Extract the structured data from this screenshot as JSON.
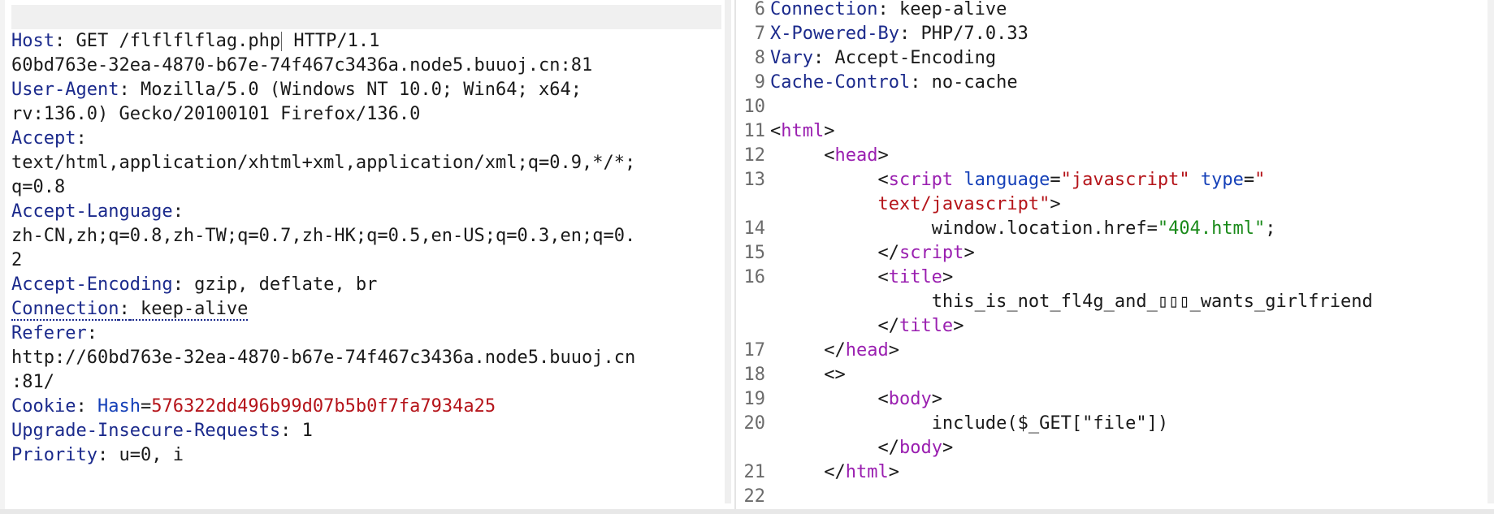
{
  "request": {
    "request_line": {
      "part1": "GET /flflflflag.php",
      "part2": " HTTP/1.1"
    },
    "lines": [
      {
        "name": "Host",
        "sep": ":",
        "value": ""
      },
      {
        "name": "",
        "sep": "",
        "value": "60bd763e-32ea-4870-b67e-74f467c3436a.node5.buuoj.cn:81"
      },
      {
        "name": "User-Agent",
        "sep": ":",
        "value": " Mozilla/5.0 (Windows NT 10.0; Win64; x64;"
      },
      {
        "name": "",
        "sep": "",
        "value": "rv:136.0) Gecko/20100101 Firefox/136.0"
      },
      {
        "name": "Accept",
        "sep": ":",
        "value": ""
      },
      {
        "name": "",
        "sep": "",
        "value": "text/html,application/xhtml+xml,application/xml;q=0.9,*/*;"
      },
      {
        "name": "",
        "sep": "",
        "value": "q=0.8"
      },
      {
        "name": "Accept-Language",
        "sep": ":",
        "value": ""
      },
      {
        "name": "",
        "sep": "",
        "value": "zh-CN,zh;q=0.8,zh-TW;q=0.7,zh-HK;q=0.5,en-US;q=0.3,en;q=0."
      },
      {
        "name": "",
        "sep": "",
        "value": "2"
      },
      {
        "name": "Accept-Encoding",
        "sep": ":",
        "value": " gzip, deflate, br"
      },
      {
        "name": "Connection",
        "sep": ":",
        "value": " keep-alive",
        "dotted": true
      },
      {
        "name": "Referer",
        "sep": ":",
        "value": ""
      },
      {
        "name": "",
        "sep": "",
        "value": "http://60bd763e-32ea-4870-b67e-74f467c3436a.node5.buuoj.cn"
      },
      {
        "name": "",
        "sep": "",
        "value": ":81/"
      }
    ],
    "cookie": {
      "name": "Cookie",
      "sep": ": ",
      "key": "Hash",
      "eq": "=",
      "value": "576322dd496b99d07b5b0f7fa7934a25"
    },
    "tail_lines": [
      {
        "name": "Upgrade-Insecure-Requests",
        "sep": ":",
        "value": " 1"
      },
      {
        "name": "Priority",
        "sep": ":",
        "value": " u=0, i"
      }
    ]
  },
  "response": {
    "headers": [
      {
        "num": "6",
        "name": "Connection",
        "value": ": keep-alive"
      },
      {
        "num": "7",
        "name": "X-Powered-By",
        "value": ": PHP/7.0.33"
      },
      {
        "num": "8",
        "name": "Vary",
        "value": ": Accept-Encoding"
      },
      {
        "num": "9",
        "name": "Cache-Control",
        "value": ": no-cache"
      },
      {
        "num": "10",
        "name": "",
        "value": ""
      }
    ],
    "body": {
      "l11": {
        "num": "11",
        "open": "<",
        "tag": "html",
        "close": ">"
      },
      "l12": {
        "num": "12",
        "indent": "     ",
        "open": "<",
        "tag": "head",
        "close": ">"
      },
      "l13": {
        "num": "13",
        "indent": "          ",
        "open": "<",
        "tag": "script",
        "attr1": " language",
        "eq1": "=",
        "val1": "\"javascript\"",
        "attr2": " type",
        "eq2": "=",
        "val2a": "\"",
        "cont_indent": "          ",
        "val2b": "text/javascript\"",
        "close": ">"
      },
      "l14": {
        "num": "14",
        "indent": "               ",
        "code": "window.location.href=",
        "str": "\"404.html\"",
        "end": ";"
      },
      "l15": {
        "num": "15",
        "indent": "          ",
        "open": "</",
        "tag": "script",
        "close": ">"
      },
      "l16": {
        "num": "16",
        "indent": "          ",
        "open": "<",
        "tag": "title",
        "close": ">",
        "text_indent": "               ",
        "text": "this_is_not_fl4g_and_▯▯▯_wants_girlfriend",
        "end_indent": "          ",
        "end_open": "</",
        "end_tag": "title",
        "end_close": ">"
      },
      "l17": {
        "num": "17",
        "indent": "     ",
        "open": "</",
        "tag": "head",
        "close": ">"
      },
      "l18": {
        "num": "18",
        "indent": "     ",
        "text": "<>"
      },
      "l19": {
        "num": "19",
        "indent": "          ",
        "open": "<",
        "tag": "body",
        "close": ">"
      },
      "l20": {
        "num": "20",
        "indent": "               ",
        "text": "include($_GET[\"file\"])",
        "end_indent": "          ",
        "end_open": "</",
        "end_tag": "body",
        "end_close": ">"
      },
      "l21": {
        "num": "21",
        "indent": "     ",
        "open": "</",
        "tag": "html",
        "close": ">"
      },
      "l22": {
        "num": "22"
      }
    }
  },
  "colors": {
    "header_name": "#1b2a8c",
    "tag": "#9a1fb0",
    "attr": "#1540b8",
    "string": "#b5141a",
    "js_string": "#1a8a1a"
  }
}
